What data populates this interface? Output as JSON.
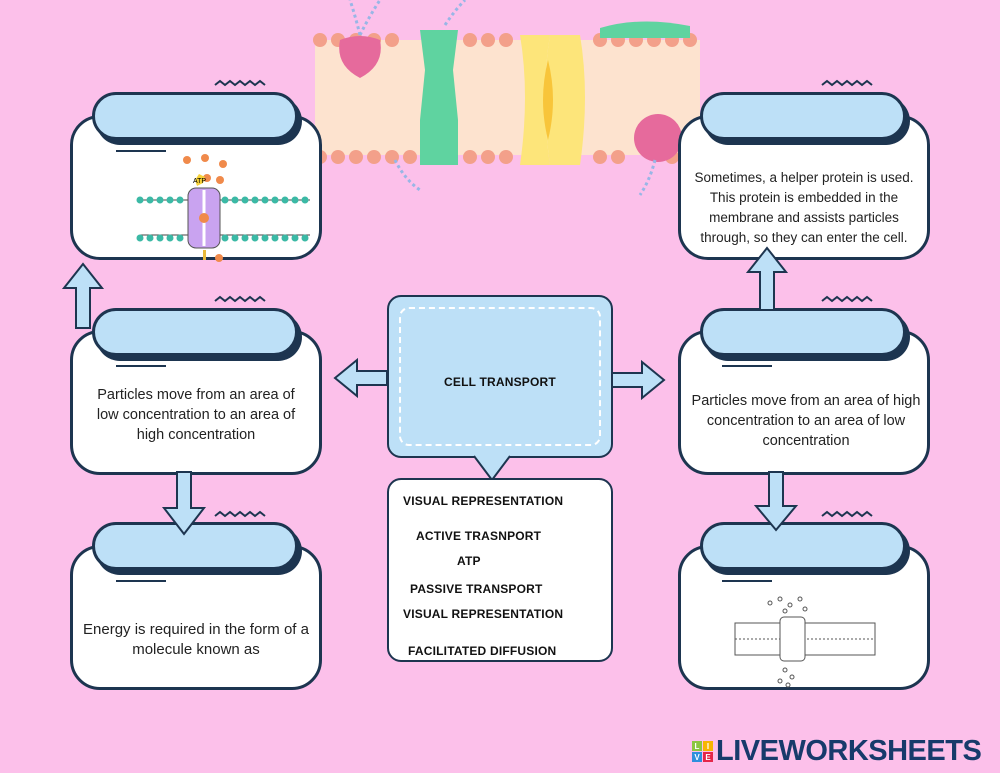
{
  "center": {
    "title": "CELL TRANSPORT"
  },
  "cards": {
    "left_top": {
      "text": ""
    },
    "left_middle": {
      "text": "Particles move from an area of low concentration to an area of high concentration"
    },
    "left_bottom": {
      "text": "Energy is required in the form of a molecule known as"
    },
    "right_top": {
      "text": "Sometimes, a helper protein is used. This protein is embedded in the membrane and assists particles through, so they can enter the cell."
    },
    "right_middle": {
      "text": "Particles move from an area of high concentration to an area of low concentration"
    },
    "right_bottom": {
      "text": ""
    }
  },
  "word_bank": [
    "VISUAL REPRESENTATION",
    "ACTIVE TRASNPORT",
    "ATP",
    "PASSIVE TRANSPORT",
    "VISUAL REPRESENTATION",
    "FACILITATED DIFFUSION"
  ],
  "atp_label": "ATP",
  "logo": {
    "text": "LIVEWORKSHEETS",
    "tiles": [
      "L",
      "I",
      "V",
      "E"
    ]
  },
  "colors": {
    "background": "#fcc0ea",
    "pill": "#bde0f7",
    "outline": "#1d3550"
  }
}
